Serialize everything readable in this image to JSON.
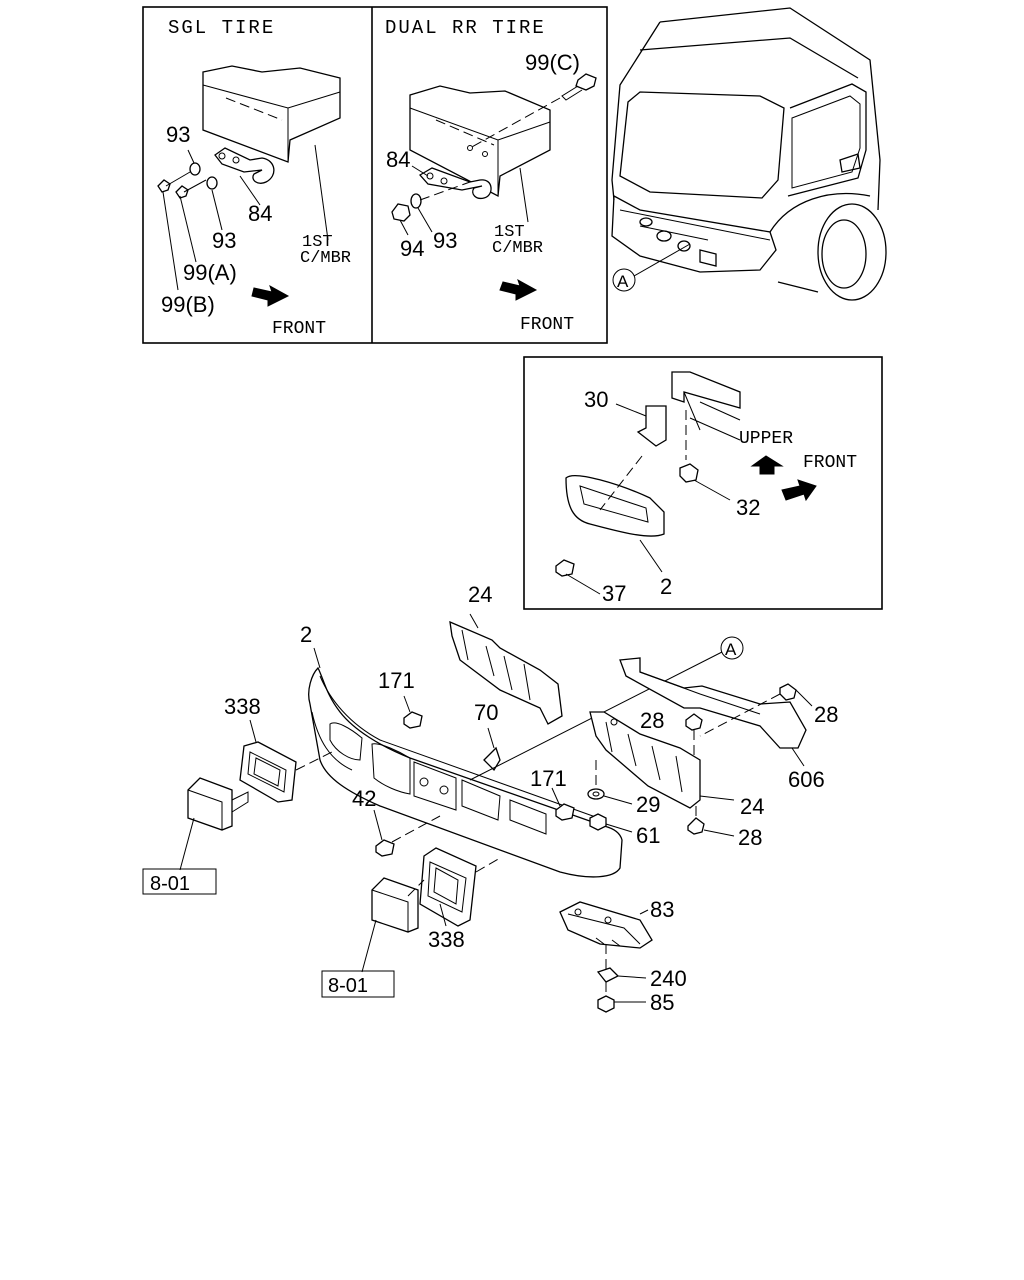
{
  "insets": {
    "sgl_title": "SGL TIRE",
    "dual_title": "DUAL RR TIRE",
    "upper": "UPPER",
    "front": "FRONT",
    "mbr_line1": "1ST",
    "mbr_line2": "C/MBR"
  },
  "callouts": {
    "c93": "93",
    "c84": "84",
    "c99a": "99(A)",
    "c99b": "99(B)",
    "c99c": "99(C)",
    "c94": "94",
    "c30": "30",
    "c32": "32",
    "c37": "37",
    "c2": "2",
    "c24": "24",
    "c171": "171",
    "c70": "70",
    "c338": "338",
    "c42": "42",
    "c28": "28",
    "c606": "606",
    "c29": "29",
    "c61": "61",
    "c83": "83",
    "c240": "240",
    "c85": "85",
    "ref_a": "A",
    "ref_801": "8-01"
  }
}
